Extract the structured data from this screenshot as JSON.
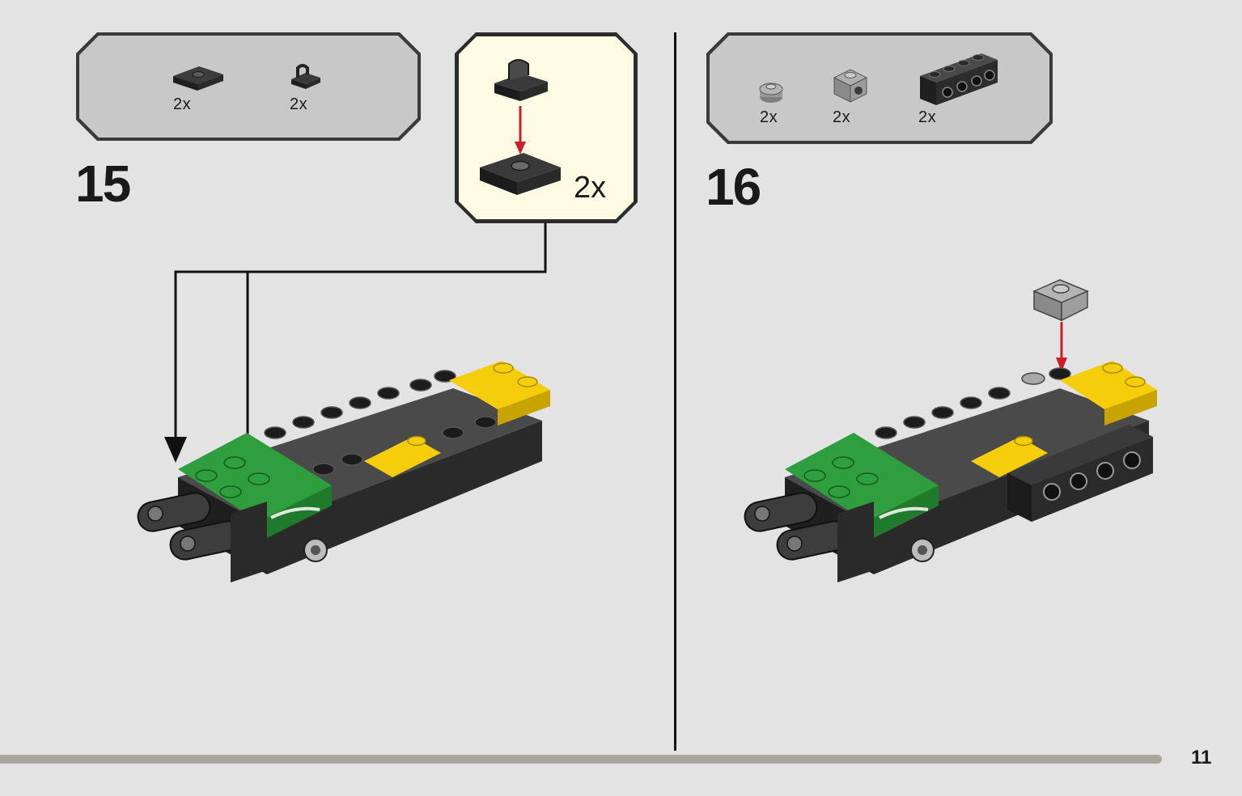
{
  "steps": [
    {
      "number": "15",
      "parts": [
        {
          "icon": "black-jumper-plate-1x2-icon",
          "quantity": "2x"
        },
        {
          "icon": "black-clip-plate-icon",
          "quantity": "2x"
        }
      ],
      "callout": {
        "quantity": "2x",
        "icons": [
          "black-clip-plate-icon",
          "black-jumper-plate-1x2-icon"
        ],
        "arrow_color": "#cc1f2a"
      }
    },
    {
      "number": "16",
      "parts": [
        {
          "icon": "gray-round-plate-1x1-icon",
          "quantity": "2x"
        },
        {
          "icon": "gray-bracket-1x1-icon",
          "quantity": "2x"
        },
        {
          "icon": "black-technic-brick-1x4-icon",
          "quantity": "2x"
        }
      ],
      "arrow_color": "#cc1f2a"
    }
  ],
  "page_number": "11",
  "colors": {
    "background": "#e3e3e3",
    "parts_box": "#c8c8c8",
    "callout_fill": "#fdfbe4",
    "lego_green": "#2f9e3e",
    "lego_yellow": "#f5cd0a",
    "lego_black": "#2b2b2b",
    "lego_gray": "#9a9a9a"
  }
}
